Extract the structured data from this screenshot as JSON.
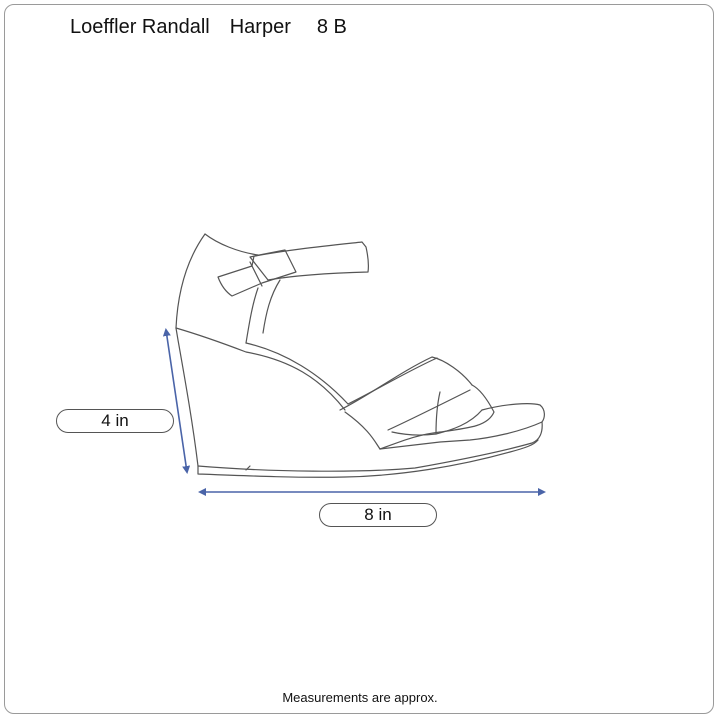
{
  "header": {
    "brand": "Loeffler Randall",
    "model": "Harper",
    "size": "8 B"
  },
  "measurements": {
    "height_label": "4 in",
    "length_label": "8 in"
  },
  "footer": {
    "note": "Measurements are approx."
  },
  "colors": {
    "outline": "#555555",
    "arrow": "#4a64a8",
    "frame": "#9a9a9a"
  },
  "icons": {
    "illustration": "wedge-sandal-outline",
    "height_arrow": "double-arrow-vertical",
    "length_arrow": "double-arrow-horizontal"
  }
}
